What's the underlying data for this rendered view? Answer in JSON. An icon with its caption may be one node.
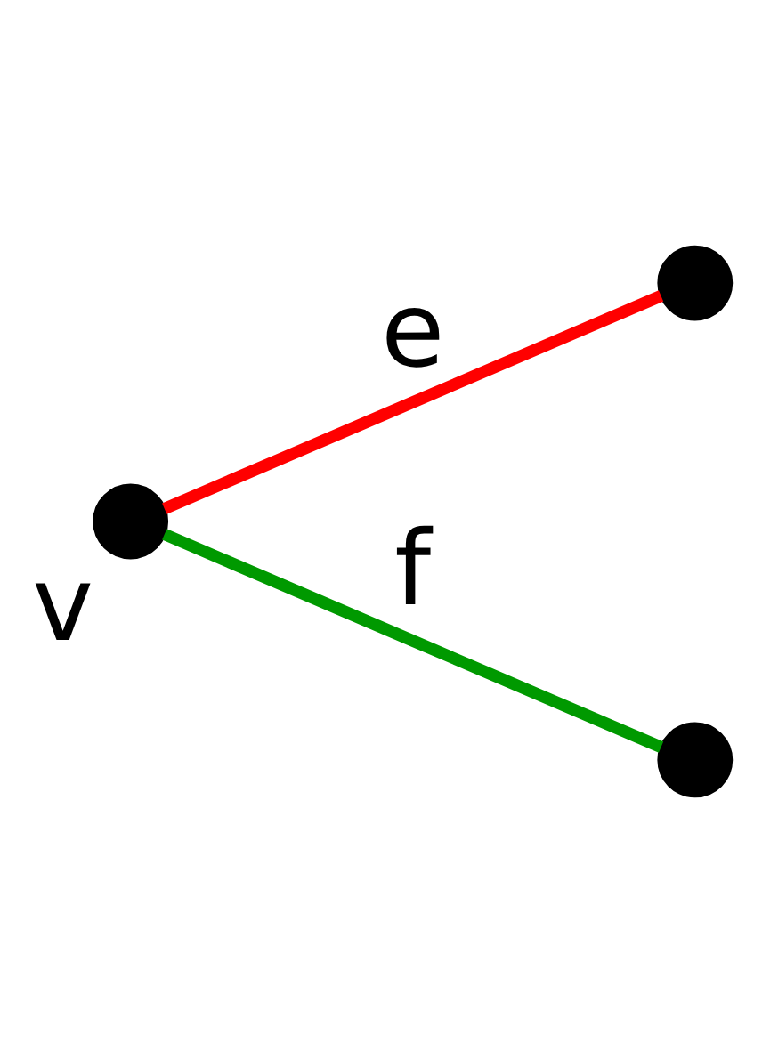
{
  "diagram": {
    "nodes": [
      {
        "text": [],
        "shape": "circle",
        "beside": [
          "v"
        ]
      },
      {
        "text": [],
        "shape": "circle"
      },
      {
        "text": [],
        "shape": "circle"
      }
    ],
    "edges": [
      {
        "from": 0,
        "to": 1,
        "arrow": "none",
        "label": "e",
        "color": "#ff0000"
      },
      {
        "from": 0,
        "to": 2,
        "arrow": "none",
        "label": "f",
        "color": "#009900"
      }
    ]
  }
}
